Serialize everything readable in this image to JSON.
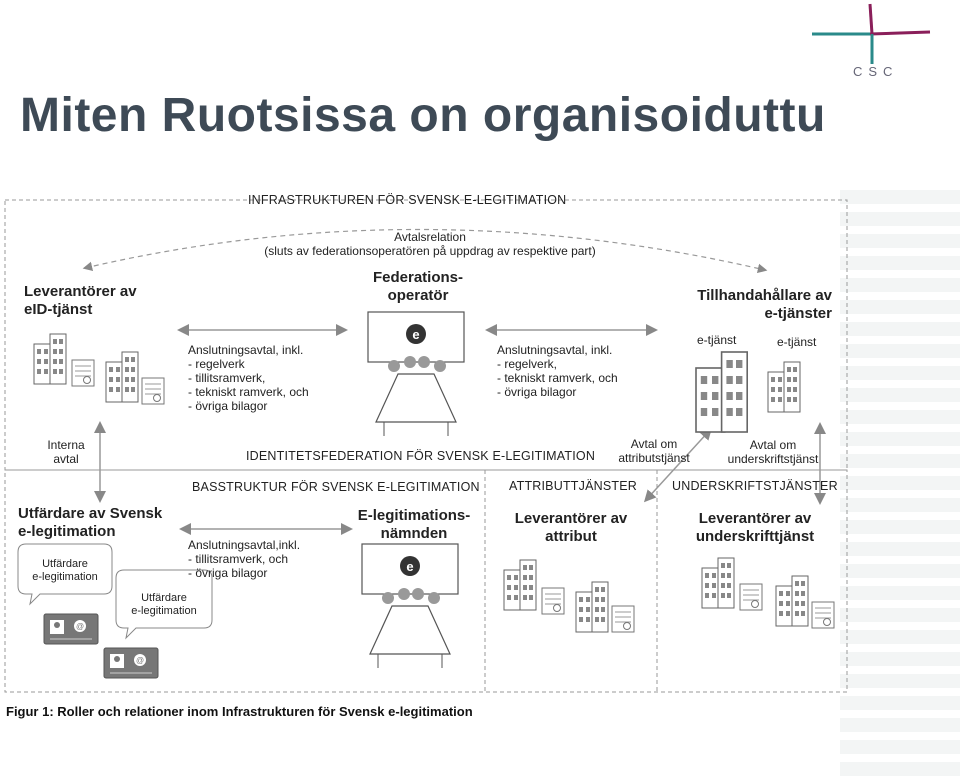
{
  "slide": {
    "title": "Miten Ruotsissa on organisoiduttu",
    "logo_text": "CSC"
  },
  "diagram": {
    "header_main": "INFRASTRUKTUREN FÖR SVENSK E-LEGITIMATION",
    "avtalsrelation": "Avtalsrelation",
    "avtalsrelation_sub": "(sluts av federationsoperatören på uppdrag av respektive part)",
    "leverantorer_eid": "Leverantörer av\neID-tjänst",
    "federationsoperator": "Federations-\noperatör",
    "tillhandahallare": "Tillhandahållare av\ne-tjänster",
    "etjanst_1": "e-tjänst",
    "etjanst_2": "e-tjänst",
    "anslutning_left": "Anslutningsavtal, inkl.\n- regelverk\n- tillitsramverk,\n- tekniskt ramverk, och\n- övriga bilagor",
    "anslutning_right": "Anslutningsavtal, inkl.\n- regelverk,\n- tekniskt ramverk, och\n- övriga bilagor",
    "interna_avtal": "Interna\navtal",
    "identitetsfederation": "IDENTITETSFEDERATION FÖR SVENSK E-LEGITIMATION",
    "avtal_attributstjanst": "Avtal om\nattributstjänst",
    "avtal_underskriftstjanst": "Avtal om\nunderskriftstjänst",
    "basstruktur": "BASSTRUKTUR FÖR SVENSK E-LEGITIMATION",
    "attributtjanster": "ATTRIBUTTJÄNSTER",
    "underskriftstjanster": "UNDERSKRIFTSTJÄNSTER",
    "utfardare_svensk": "Utfärdare av Svensk\ne-legitimation",
    "anslutning_bottom": "Anslutningsavtal,inkl.\n- tillitsramverk, och\n- övriga bilagor",
    "elegitimationsnamnden": "E-legitimations-\nnämnden",
    "leverantorer_attribut": "Leverantörer av\nattribut",
    "leverantorer_underskrift": "Leverantörer av\nunderskrifttjänst",
    "bubble_1": "Utfärdare\ne-legitimation",
    "bubble_2": "Utfärdare\ne-legitimation",
    "caption": "Figur 1: Roller och relationer inom Infrastrukturen för Svensk e-legitimation"
  },
  "colors": {
    "title": "#3e4a56",
    "logo_teal": "#2a8a8a",
    "logo_magenta": "#8a1f5a",
    "dashed_border": "#9a9a9a"
  }
}
